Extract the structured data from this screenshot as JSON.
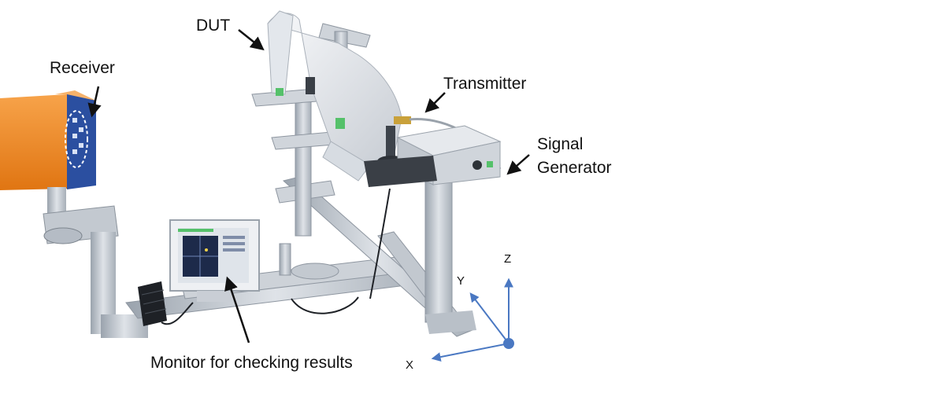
{
  "labels": {
    "dut": "DUT",
    "receiver": "Receiver",
    "transmitter": "Transmitter",
    "signal_generator_line1": "Signal",
    "signal_generator_line2": "Generator",
    "monitor": "Monitor for checking results"
  },
  "axes": {
    "x": "X",
    "y": "Y",
    "z": "Z"
  },
  "colors": {
    "axis_blue": "#4a78c2",
    "receiver_orange": "#f08a24",
    "receiver_face": "#2b4fa0",
    "aluminum": "#c9cfd6",
    "dut_white": "#eceff3"
  },
  "icons": {
    "arrow": "callout-arrow"
  }
}
